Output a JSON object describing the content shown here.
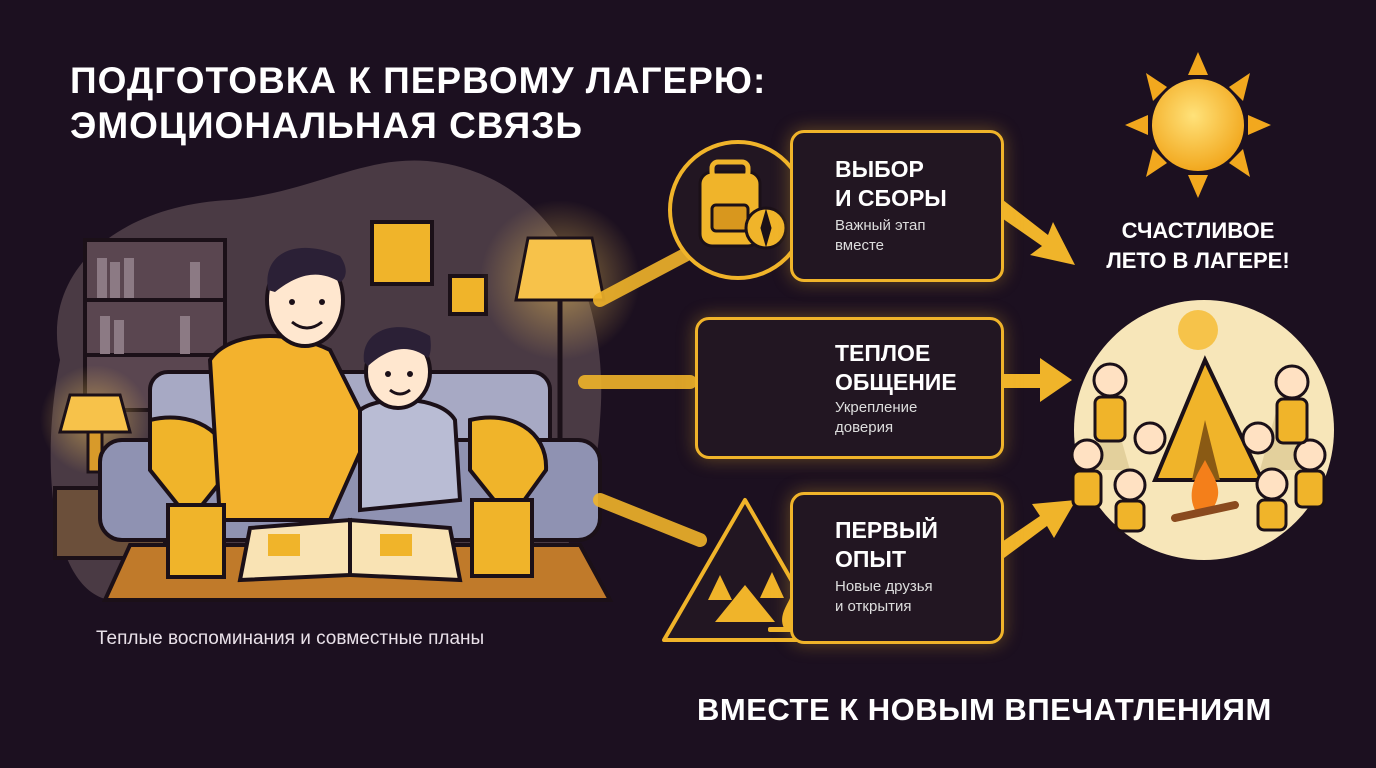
{
  "title": {
    "line1": "ПОДГОТОВКА К ПЕРВОМУ ЛАГЕРЮ:",
    "line2": "ЭМОЦИОНАЛЬНАЯ СВЯЗЬ"
  },
  "scene_caption": "Теплые воспоминания и совместные планы",
  "steps": [
    {
      "title1": "ВЫБОР",
      "title2": "И СБОРЫ",
      "sub1": "Важный этап",
      "sub2": "вместе",
      "icon": "backpack-compass-icon"
    },
    {
      "title1": "ТЕПЛОЕ",
      "title2": "ОБЩЕНИЕ",
      "sub1": "Укрепление",
      "sub2": "доверия",
      "icon": "hug-heart-icon"
    },
    {
      "title1": "ПЕРВЫЙ",
      "title2": "ОПЫТ",
      "sub1": "Новые друзья",
      "sub2": "и открытия",
      "icon": "tent-campfire-icon"
    }
  ],
  "goal": {
    "line1": "СЧАСТЛИВОЕ",
    "line2": "ЛЕТО В ЛАГЕРЕ!"
  },
  "bottom_slogan": "ВМЕСТЕ К НОВЫМ ВПЕЧАТЛЕНИЯМ",
  "colors": {
    "background": "#1c1020",
    "accent": "#f0b42a",
    "card": "#221622"
  }
}
